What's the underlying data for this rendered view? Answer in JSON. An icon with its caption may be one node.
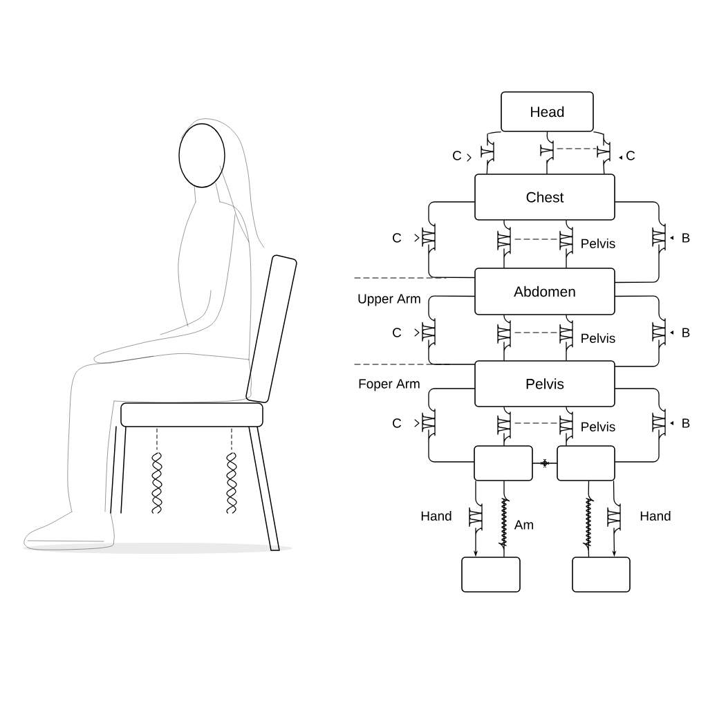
{
  "diagram": {
    "nodes": [
      {
        "text": [
          "Head"
        ]
      },
      {
        "text": [
          "Chest"
        ]
      },
      {
        "text": [
          "Abdomen"
        ]
      },
      {
        "text": [
          "Pelvis"
        ]
      },
      {
        "text": [],
        "shape": "box"
      },
      {
        "text": [],
        "shape": "box"
      },
      {
        "text": [],
        "shape": "box"
      },
      {
        "text": [],
        "shape": "box"
      }
    ],
    "edges": [
      {
        "from": 0,
        "to": 1,
        "arrow": "none",
        "label": "C"
      },
      {
        "from": 0,
        "to": 1,
        "arrow": "none"
      },
      {
        "from": 0,
        "to": 1,
        "arrow": "none",
        "label": "C"
      },
      {
        "from": 1,
        "to": 2,
        "arrow": "none",
        "label": "C"
      },
      {
        "from": 1,
        "to": 2,
        "arrow": "none"
      },
      {
        "from": 1,
        "to": 2,
        "arrow": "none",
        "label": "Pelvis"
      },
      {
        "from": 1,
        "to": 2,
        "arrow": "none",
        "label": "B"
      },
      {
        "from": 2,
        "to": 3,
        "arrow": "none",
        "label": "C"
      },
      {
        "from": 2,
        "to": 3,
        "arrow": "none"
      },
      {
        "from": 2,
        "to": 3,
        "arrow": "none",
        "label": "Pelvis"
      },
      {
        "from": 2,
        "to": 3,
        "arrow": "none",
        "label": "B"
      },
      {
        "from": 3,
        "to": 4,
        "arrow": "none",
        "label": "C"
      },
      {
        "from": 3,
        "to": 4,
        "arrow": "none"
      },
      {
        "from": 3,
        "to": 5,
        "arrow": "none",
        "label": "Pelvis"
      },
      {
        "from": 3,
        "to": 5,
        "arrow": "none",
        "label": "B"
      },
      {
        "from": 4,
        "to": 5,
        "arrow": "none"
      },
      {
        "from": 4,
        "to": 6,
        "arrow": "to",
        "label": "Hand"
      },
      {
        "from": 4,
        "to": 6,
        "arrow": "none",
        "label": "Am"
      },
      {
        "from": 5,
        "to": 7,
        "arrow": "none"
      },
      {
        "from": 5,
        "to": 7,
        "arrow": "to",
        "label": "Hand"
      }
    ],
    "labels": [
      "Upper Arm",
      "Foper Arm"
    ]
  }
}
